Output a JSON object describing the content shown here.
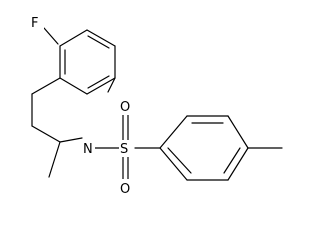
{
  "molecule": {
    "atoms": {
      "fluorine": "F",
      "nitrogen": "N",
      "sulfur": "S",
      "oxygen_top": "O",
      "oxygen_bottom": "O"
    }
  }
}
